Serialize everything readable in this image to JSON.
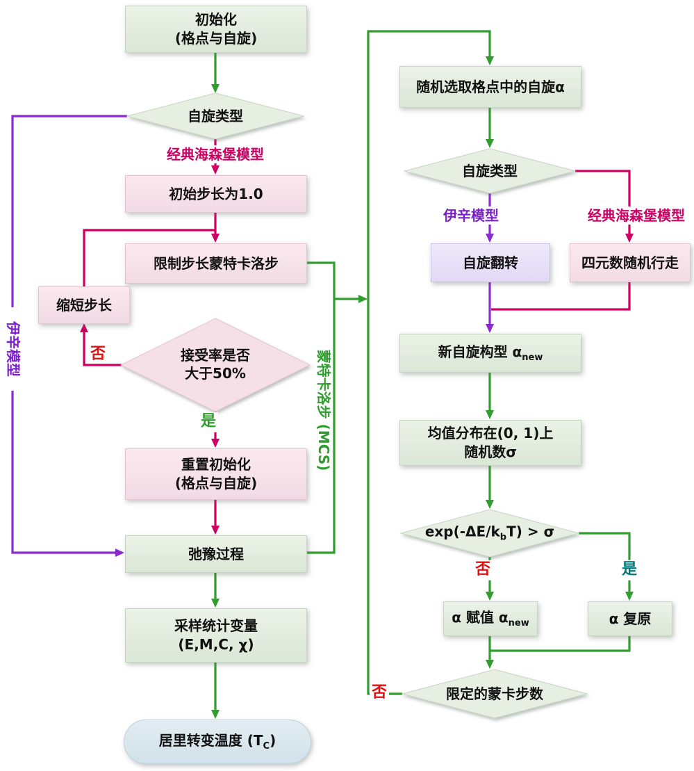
{
  "colors": {
    "arrow_green": "#2f9e2f",
    "arrow_magenta": "#ce0063",
    "arrow_purple": "#8a2bd0",
    "label_red": "#e01010",
    "label_teal": "#00787c",
    "box_green": "#e3ecdf",
    "box_pink": "#f6e2e9",
    "box_purple": "#e9e2f8",
    "terminal_blue": "#d9e6ec"
  },
  "left": {
    "init": {
      "line1": "初始化",
      "line2": "(格点与自旋)"
    },
    "spin_type": "自旋类型",
    "branch_heisenberg": "经典海森堡模型",
    "initial_step": "初始步长为1.0",
    "limited_mc": "限制步长蒙特卡洛步",
    "shorten_step": "缩短步长",
    "acceptance": {
      "line1": "接受率是否",
      "line2": "大于50%"
    },
    "label_no": "否",
    "label_yes": "是",
    "reset": {
      "line1": "重置初始化",
      "line2": "(格点与自旋)"
    },
    "relaxation": "弛豫过程",
    "sampling": {
      "line1": "采样统计变量",
      "line2": "(E,M,C, χ)"
    },
    "curie": {
      "pre": "居里转变温度 (T",
      "sub": "C",
      "post": ")"
    },
    "side_label_ising": "伊辛模型",
    "side_label_mcs": "蒙特卡洛步 (MCS)"
  },
  "right": {
    "pick_spin": "随机选取格点中的自旋α",
    "spin_type": "自旋类型",
    "branch_ising": "伊辛模型",
    "branch_heisenberg": "经典海森堡模型",
    "spin_flip": "自旋翻转",
    "quaternion_walk": "四元数随机行走",
    "new_config": {
      "pre": "新自旋构型 α",
      "sub": "new"
    },
    "uniform_random": {
      "line1": "均值分布在(0, 1)上",
      "line2": "随机数σ"
    },
    "metropolis": {
      "pre": "exp(-ΔE/k",
      "sub": "b",
      "post": "T) > σ"
    },
    "label_no": "否",
    "label_yes": "是",
    "assign": {
      "pre": "α 赋值 α",
      "sub": "new"
    },
    "restore": "α 复原",
    "mc_limit": "限定的蒙卡步数",
    "label_no_loop": "否"
  }
}
